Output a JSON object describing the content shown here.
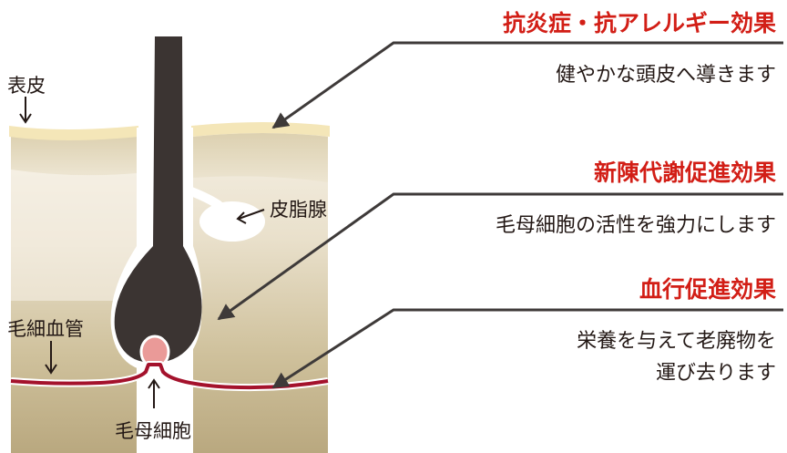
{
  "labels": {
    "epidermis": "表皮",
    "sebaceous_gland": "皮脂腺",
    "capillary": "毛細血管",
    "hair_matrix": "毛母細胞"
  },
  "effects": [
    {
      "title": "抗炎症・抗アレルギー効果",
      "description": [
        "健やかな頭皮へ導きます"
      ]
    },
    {
      "title": "新陳代謝促進効果",
      "description": [
        "毛母細胞の活性を強力にします"
      ]
    },
    {
      "title": "血行促進効果",
      "description": [
        "栄養を与えて老廃物を",
        "運び去ります"
      ]
    }
  ],
  "colors": {
    "heading": "#d21e16",
    "text": "#231815",
    "epidermis": "#f4e6b8",
    "dermis": "#c9b991",
    "subcutis": "#b8a67e",
    "hair": "#3b3432",
    "blood_vessel": "#a4122c",
    "papilla": "#ea9a98",
    "arrow": "#3e3a39"
  }
}
